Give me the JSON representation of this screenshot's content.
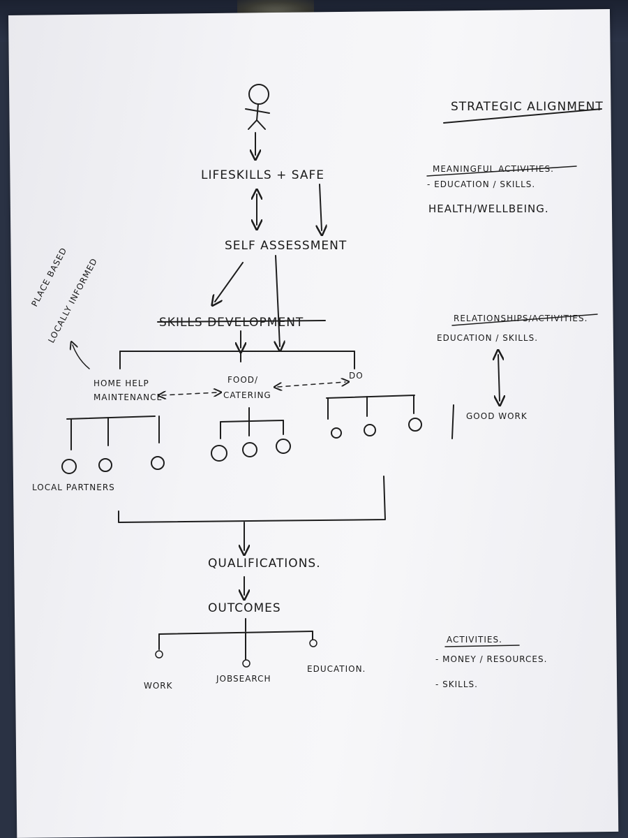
{
  "notes": {
    "title": "STRATEGIC ALIGNMENT",
    "lifeskills": "LIFESKILLS + SAFE",
    "self_assessment": "SELF ASSESSMENT",
    "skills_development": "SKILLS DEVELOPMENT",
    "place_based": "PLACE BASED",
    "locally_informed": "LOCALLY INFORMED",
    "home_help_1": "HOME HELP",
    "home_help_2": "MAINTENANCE",
    "food_1": "FOOD/",
    "food_2": "CATERING",
    "do": "DO",
    "local_partners": "LOCAL PARTNERS",
    "qualifications": "QUALIFICATIONS.",
    "outcomes": "OUTCOMES",
    "work": "WORK",
    "jobsearch": "JOBSEARCH",
    "education": "EDUCATION.",
    "side_meaningful": "MEANINGFUL ACTIVITIES.",
    "side_education_skills": "- EDUCATION / SKILLS.",
    "side_health": "HEALTH/WELLBEING.",
    "side_relationships": "RELATIONSHIPS/ACTIVITIES.",
    "side_education_skills_2": "EDUCATION / SKILLS.",
    "side_good_work": "GOOD WORK",
    "side_activities": "ACTIVITIES.",
    "side_money": "- MONEY / RESOURCES.",
    "side_skills": "- SKILLS."
  }
}
